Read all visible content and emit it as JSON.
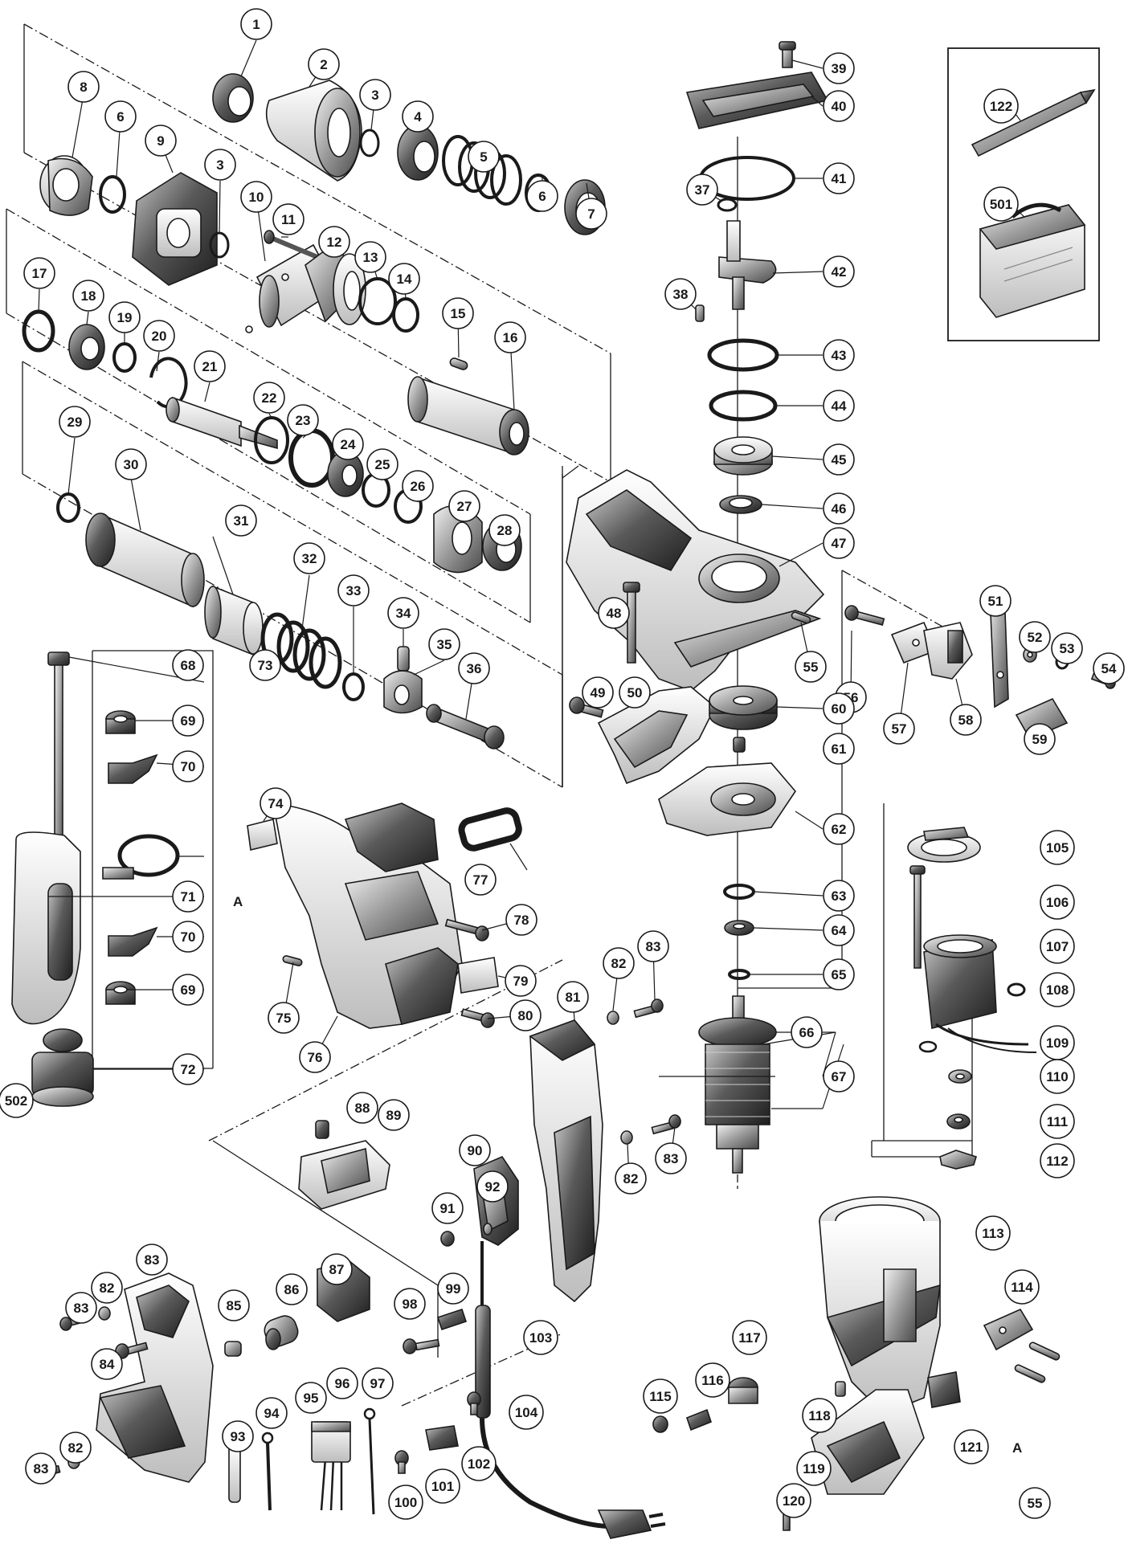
{
  "diagram": {
    "letter_marks": [
      "A",
      "A"
    ],
    "callouts": [
      "1",
      "2",
      "3",
      "3",
      "4",
      "5",
      "6",
      "6",
      "7",
      "8",
      "9",
      "10",
      "11",
      "12",
      "13",
      "14",
      "15",
      "16",
      "17",
      "18",
      "19",
      "20",
      "21",
      "22",
      "23",
      "24",
      "25",
      "26",
      "27",
      "28",
      "29",
      "30",
      "31",
      "32",
      "33",
      "34",
      "35",
      "36",
      "37",
      "38",
      "39",
      "40",
      "41",
      "42",
      "43",
      "44",
      "45",
      "46",
      "47",
      "48",
      "49",
      "50",
      "51",
      "52",
      "53",
      "54",
      "55",
      "55",
      "56",
      "57",
      "58",
      "59",
      "60",
      "61",
      "62",
      "63",
      "64",
      "65",
      "66",
      "67",
      "68",
      "69",
      "69",
      "70",
      "70",
      "71",
      "72",
      "73",
      "74",
      "75",
      "76",
      "77",
      "78",
      "79",
      "80",
      "81",
      "82",
      "82",
      "82",
      "82",
      "83",
      "83",
      "83",
      "83",
      "83",
      "84",
      "85",
      "86",
      "87",
      "88",
      "89",
      "90",
      "91",
      "92",
      "93",
      "94",
      "95",
      "96",
      "97",
      "98",
      "99",
      "100",
      "101",
      "102",
      "103",
      "104",
      "105",
      "106",
      "107",
      "108",
      "109",
      "110",
      "111",
      "112",
      "113",
      "114",
      "115",
      "116",
      "117",
      "118",
      "119",
      "120",
      "121",
      "122",
      "501",
      "502"
    ]
  },
  "colors": {
    "ink": "#1a1a1a",
    "paper": "#ffffff",
    "metal": "#8c8c8c",
    "dark": "#3a3a3a",
    "light": "#d6d6d6"
  }
}
